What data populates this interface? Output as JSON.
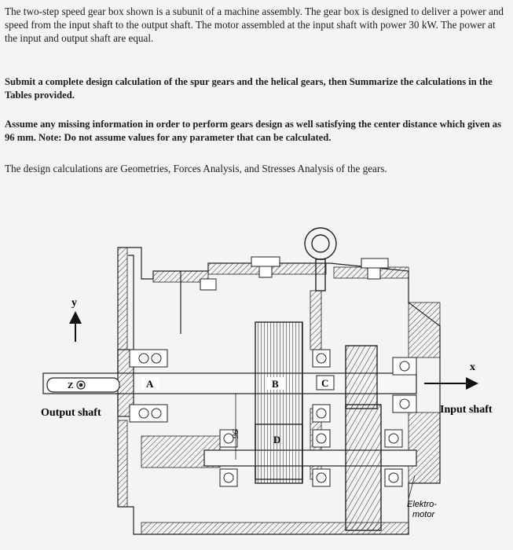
{
  "problem": {
    "paragraph1": "The two-step speed gear box shown is a subunit of a machine assembly. The gear box is designed to deliver a power and speed from the input shaft to the output shaft. The motor assembled at the input shaft with power 30 kW. The power at the input and output shaft are equal.",
    "paragraph2": "Submit a complete design calculation of the spur gears and the helical gears, then Summarize the calculations in the Tables provided.",
    "paragraph3": "Assume any missing information in order to perform gears design as well satisfying the center distance which given as 96 mm. Note: Do not assume values for any parameter that can be calculated.",
    "paragraph4": "The design calculations are Geometries, Forces Analysis, and Stresses Analysis of the gears."
  },
  "figure": {
    "axis_y": "y",
    "axis_x": "x",
    "axis_z": "Z",
    "gear_a": "A",
    "gear_b": "B",
    "gear_c": "C",
    "gear_d": "D",
    "output_label": "Output shaft",
    "input_label": "Input shaft",
    "dimension": "96",
    "motor_label_1": "Elektro-",
    "motor_label_2": "motor"
  }
}
